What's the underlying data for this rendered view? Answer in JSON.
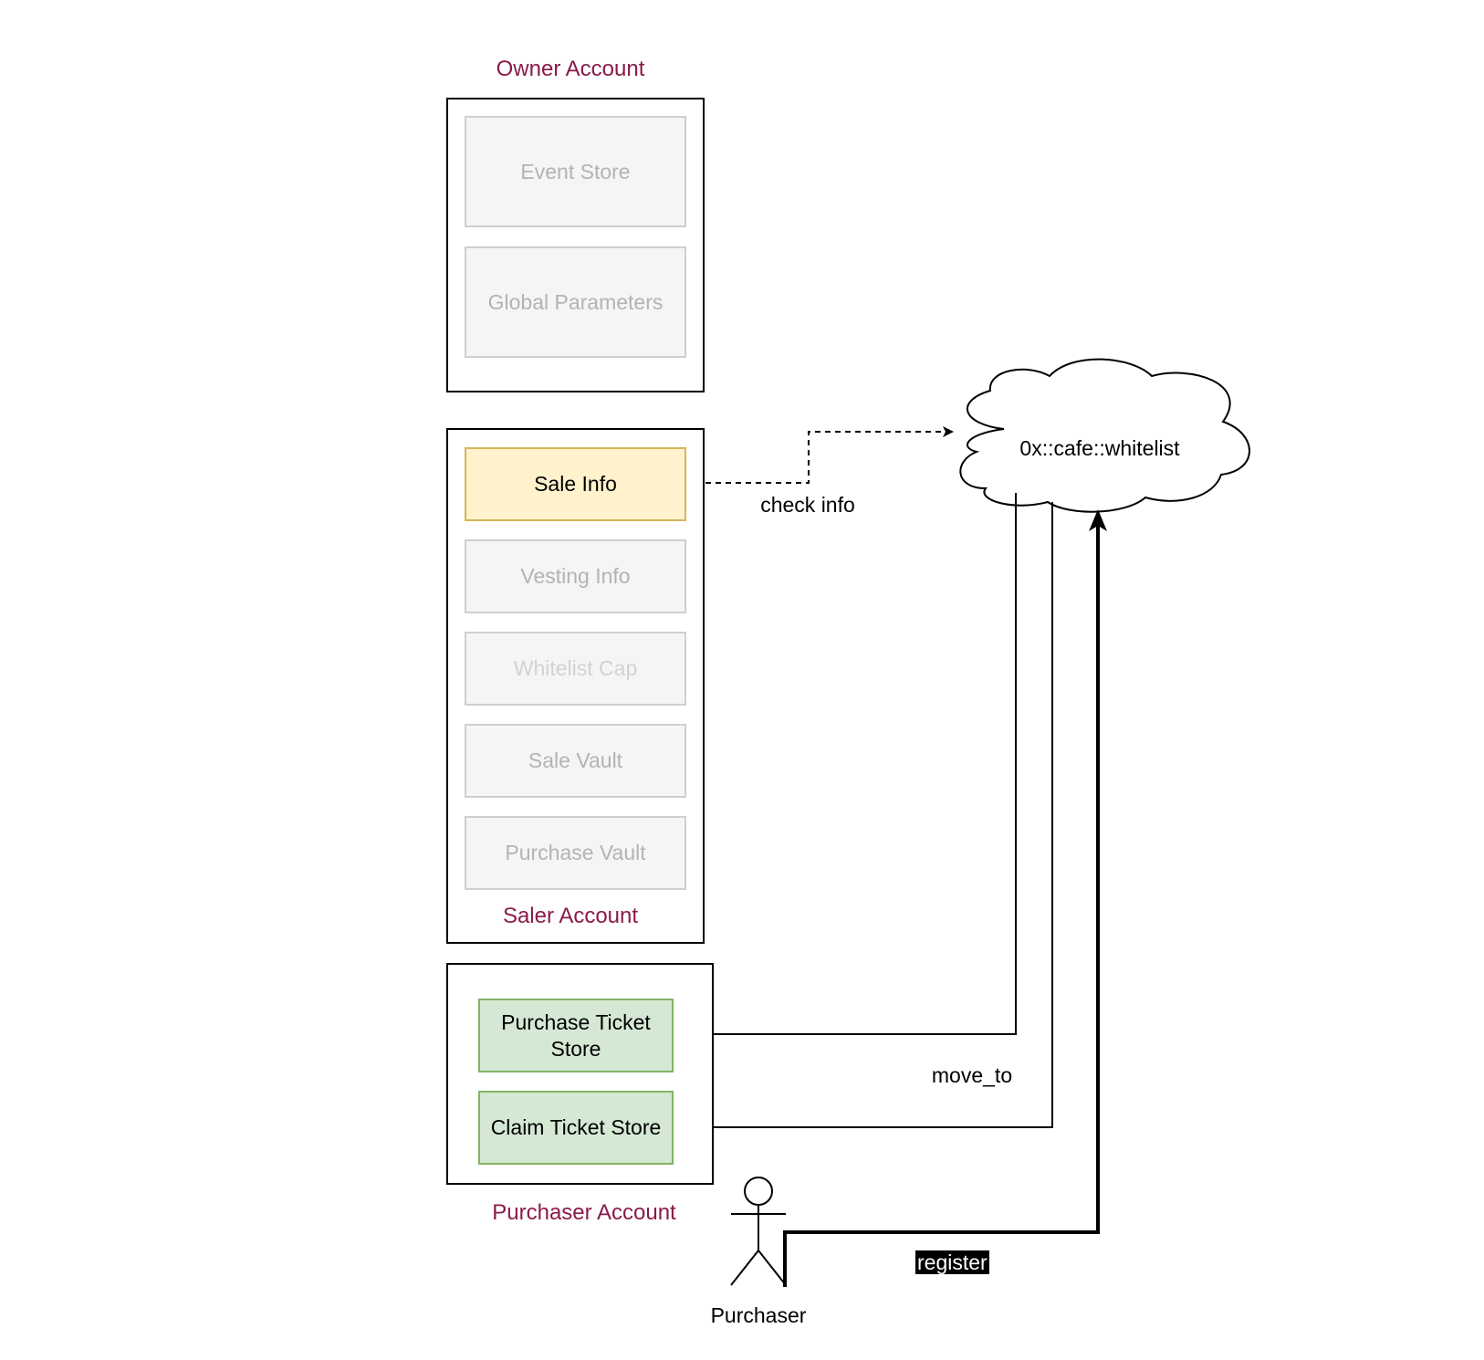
{
  "owner_account": {
    "label": "Owner Account",
    "items": [
      "Event Store",
      "Global Parameters"
    ]
  },
  "saler_account": {
    "label": "Saler Account",
    "items": [
      "Sale Info",
      "Vesting Info",
      "Whitelist Cap",
      "Sale Vault",
      "Purchase Vault"
    ]
  },
  "purchaser_account": {
    "label": "Purchaser Account",
    "items": [
      "Purchase Ticket Store",
      "Claim Ticket Store"
    ]
  },
  "whitelist_module": "0x::cafe::whitelist",
  "actor": "Purchaser",
  "edges": {
    "check_info": "check info",
    "move_to": "move_to",
    "register": "register"
  },
  "colors": {
    "account_label": "#8a1a4a",
    "highlight_fill": "#fff2cc",
    "highlight_border": "#d6b656",
    "ticket_fill": "#d5e8d4",
    "ticket_border": "#82b366",
    "muted_fill": "#f5f5f5",
    "muted_text": "#b3b3b3"
  }
}
